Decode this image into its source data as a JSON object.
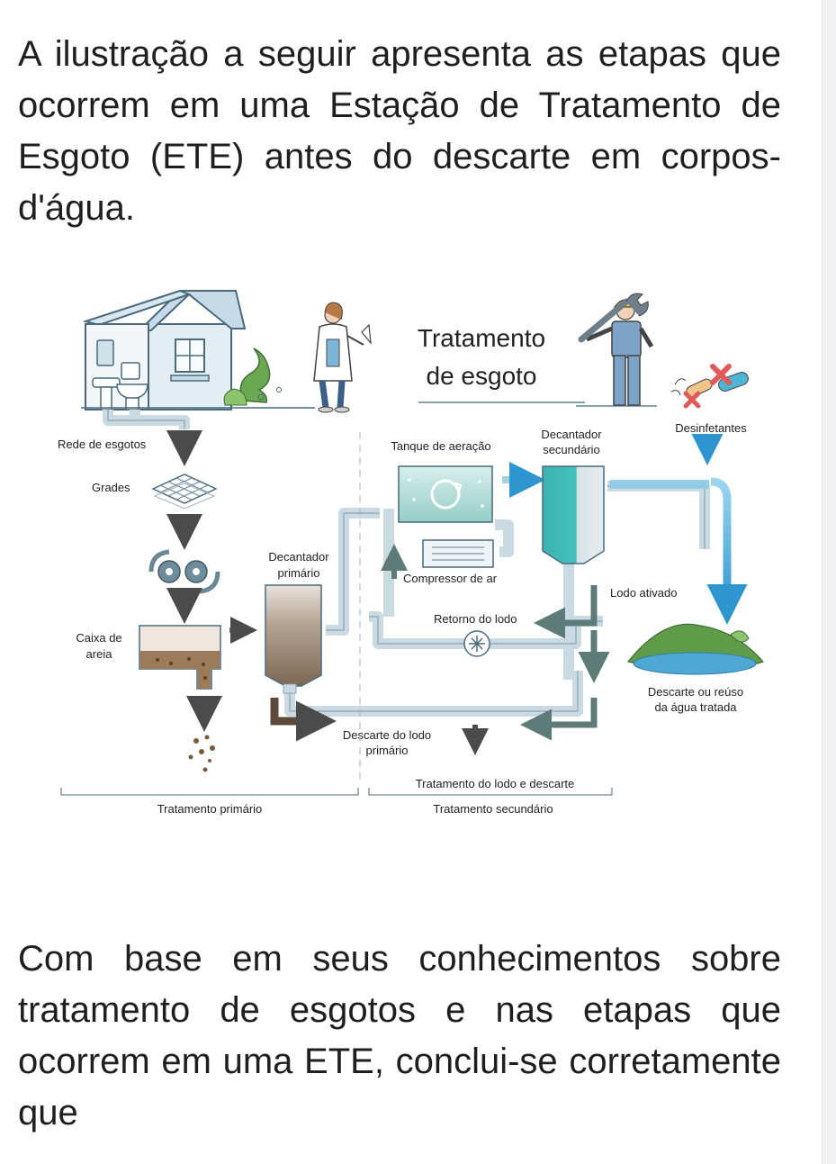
{
  "intro_text": "A ilustração a seguir apresenta as etapas que ocorrem em uma Estação de Tratamento de Esgoto (ETE) antes do descarte em corpos-d'água.",
  "question_text": "Com base em seus conhecimentos sobre tratamento de esgotos e nas etapas que ocorrem em uma ETE, conclui-se corretamente que",
  "diagram": {
    "title_line1": "Tratamento",
    "title_line2": "de esgoto",
    "labels": {
      "rede_esgotos": "Rede de esgotos",
      "grades": "Grades",
      "decantador_primario_1": "Decantador",
      "decantador_primario_2": "primário",
      "caixa_areia_1": "Caixa de",
      "caixa_areia_2": "areia",
      "tanque_aeracao": "Tanque de aeração",
      "decantador_secundario_1": "Decantador",
      "decantador_secundario_2": "secundário",
      "desinfetantes": "Desinfetantes",
      "compressor_ar": "Compressor de ar",
      "lodo_ativado": "Lodo ativado",
      "retorno_lodo": "Retorno do lodo",
      "descarte_reuso_1": "Descarte ou reúso",
      "descarte_reuso_2": "da água tratada",
      "descarte_lodo_1": "Descarte do lodo",
      "descarte_lodo_2": "primário",
      "tratamento_lodo": "Tratamento do lodo e descarte",
      "tratamento_primario": "Tratamento primário",
      "tratamento_secundario": "Tratamento secundário"
    }
  },
  "colors": {
    "pipe": "#c9dae3",
    "pipe_dark": "#8aa4b1",
    "water_blue": "#3aa7d8",
    "aeration_tank": "#a9d9d3",
    "sludge_dark": "#5d7b79",
    "primary_settler": "#8c7863",
    "sand": "#9b7b5a",
    "land_green": "#5f9c4a",
    "lake_blue": "#4fa7d3"
  }
}
